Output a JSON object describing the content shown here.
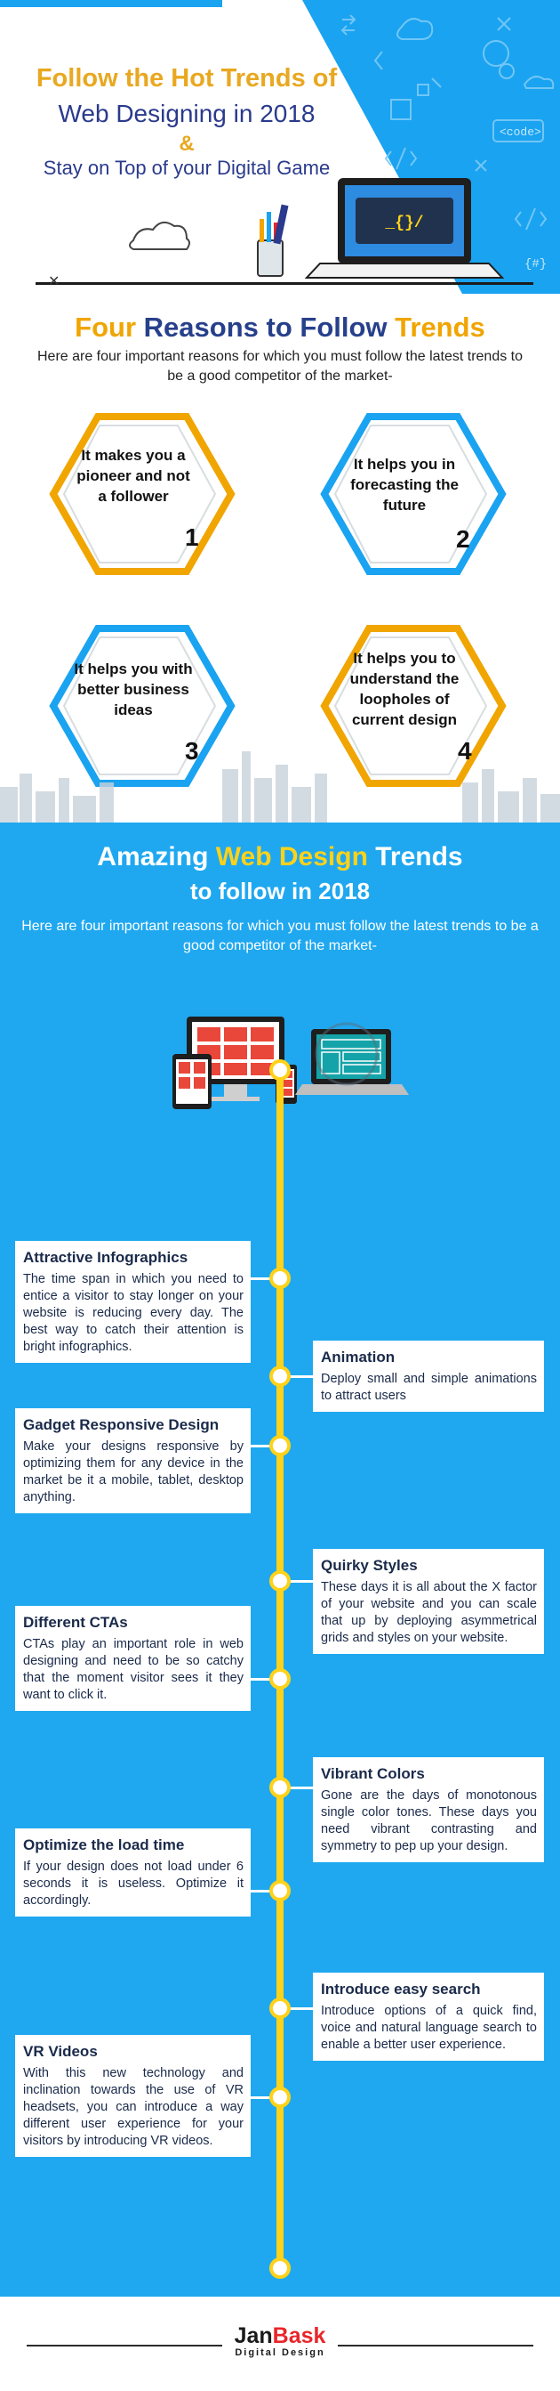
{
  "header": {
    "line1": "Follow the Hot Trends of",
    "line2": "Web Designing in 2018",
    "amp": "&",
    "line3": "Stay on Top of your Digital Game",
    "code_tag": "<code>",
    "code_glyph": "_{}/",
    "brace": "{#}",
    "colors": {
      "accent_blue": "#1aa3f0",
      "gold": "#e8a820",
      "navy": "#2a3a8c"
    }
  },
  "reasons": {
    "title_part1": "Four",
    "title_part2": "Reasons to Follow",
    "title_part3": "Trends",
    "subtitle": "Here are four important reasons for which you must follow the latest trends to be a good competitor of the market-",
    "items": [
      {
        "text": "It makes you a pioneer and not a follower",
        "number": "1"
      },
      {
        "text": "It helps you in forecasting the future",
        "number": "2"
      },
      {
        "text": "It helps you with better business ideas",
        "number": "3"
      },
      {
        "text": "It helps you to understand the loopholes of current design",
        "number": "4"
      }
    ]
  },
  "trends": {
    "title_part1": "Amazing",
    "title_part2": "Web Design",
    "title_part3": "Trends",
    "title_line2": "to follow in 2018",
    "subtitle": "Here are four important reasons for which you must follow the latest trends to be a good competitor of the market-",
    "cards": [
      {
        "title": "Attractive Infographics",
        "body": "The time span in which you need to entice a visitor to stay longer on your website is reducing every day. The best way to catch their attention is bright infographics."
      },
      {
        "title": "Animation",
        "body": "Deploy small and simple animations to attract users"
      },
      {
        "title": "Gadget Responsive Design",
        "body": "Make your designs responsive by optimizing them for any device in the market be it a mobile, tablet, desktop anything."
      },
      {
        "title": "Quirky Styles",
        "body": "These days it is all about the X factor of your website and you can scale that up by deploying asymmetrical grids and styles on your website."
      },
      {
        "title": "Different CTAs",
        "body": "CTAs play an important role in web designing and need to be so catchy that the moment visitor sees it they want to click it."
      },
      {
        "title": "Vibrant Colors",
        "body": "Gone are the days of monotonous single color tones. These days you need vibrant contrasting and symmetry to pep up your design."
      },
      {
        "title": "Optimize the load time",
        "body": "If your design does not load under 6 seconds it is useless. Optimize it accordingly."
      },
      {
        "title": "Introduce easy search",
        "body": "Introduce options of a quick find, voice and natural language search to enable a better user experience."
      },
      {
        "title": "VR Videos",
        "body": "With this new technology and inclination towards the use of VR headsets, you can introduce a way different user experience for your visitors by introducing VR videos."
      }
    ],
    "colors": {
      "background": "#1fa8f0",
      "timeline": "#ffd21a"
    }
  },
  "footer": {
    "brand_part1": "Jan",
    "brand_part2": "Bask",
    "tagline": "Digital Design"
  }
}
